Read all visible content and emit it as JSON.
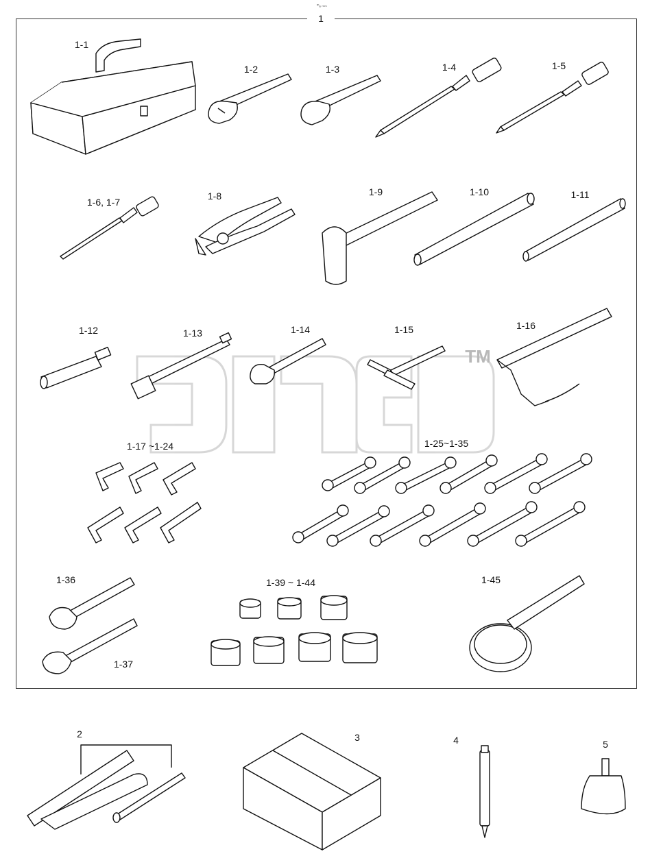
{
  "header": {
    "mark": "ᵐₐ ₘₘ"
  },
  "main_label": "1",
  "labels": {
    "toolbox": "1-1",
    "wrench_small": "1-2",
    "wrench_medium": "1-3",
    "screwdriver_flat": "1-4",
    "screwdriver_phillips": "1-5",
    "screwdriver_small": "1-6, 1-7",
    "pliers": "1-8",
    "hammer": "1-9",
    "tube_large": "1-10",
    "rod": "1-11",
    "socket_extension": "1-12",
    "long_extension": "1-13",
    "ratchet": "1-14",
    "t_handle": "1-15",
    "chain_wrench": "1-16",
    "hex_keys": "1-17 ~1-24",
    "spanners": "1-25~1-35",
    "hook_spanner": "1-36",
    "hook_spanner_2": "1-37",
    "spline_sockets": "1-39 ~ 1-44",
    "filter_wrench": "1-45",
    "grease_gun": "2",
    "box": "3",
    "bar": "4",
    "oil_can": "5"
  },
  "watermark": {
    "tm": "TM",
    "color": "#b8b8b8"
  }
}
